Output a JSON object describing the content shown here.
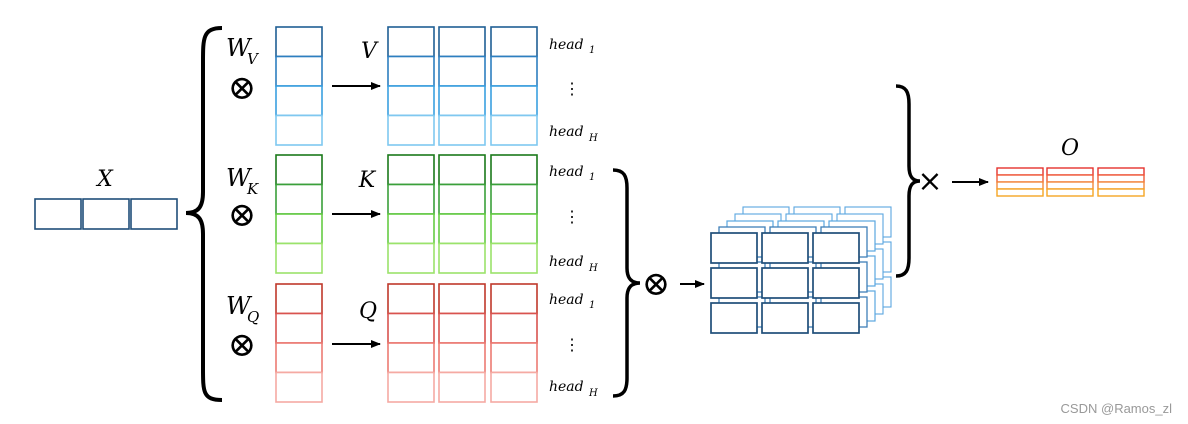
{
  "labels": {
    "x": "X",
    "wv": {
      "main": "W",
      "sub": "V"
    },
    "wk": {
      "main": "W",
      "sub": "K"
    },
    "wq": {
      "main": "W",
      "sub": "Q"
    },
    "v": "V",
    "k": "K",
    "q": "Q",
    "o": "O",
    "head_main": "head",
    "head_first_sub": "1",
    "head_last_sub": "H",
    "ellipsis": "⋮",
    "otimes": "⊗",
    "times": "×"
  },
  "colors": {
    "x": "#1f4e79",
    "v": [
      "#1f5f94",
      "#2d7fc0",
      "#3aa0e0",
      "#7fc8f0"
    ],
    "k": [
      "#1b7a1b",
      "#3aa03a",
      "#66cc44",
      "#9be36a"
    ],
    "q": [
      "#c0392b",
      "#d9534f",
      "#ec7b73",
      "#f5aaa3"
    ],
    "attn_front": "#1f4e79",
    "attn_back": "#5ba7e0",
    "o": [
      "#e5322d",
      "#ef5a3a",
      "#f2883b",
      "#f5a623"
    ]
  },
  "watermark": "CSDN @Ramos_zl"
}
